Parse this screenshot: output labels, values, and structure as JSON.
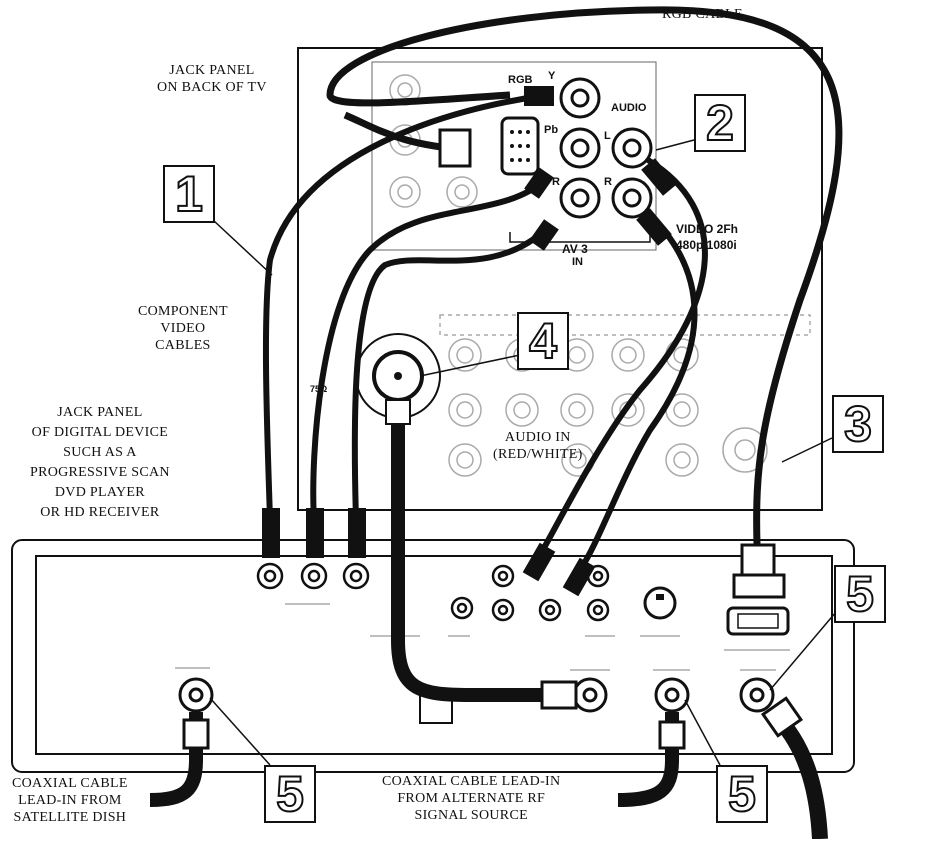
{
  "labels": {
    "rgb_cable": "RGB CABLE",
    "tv_jack_panel": "JACK PANEL\nON BACK OF TV",
    "component_cables": "COMPONENT\nVIDEO\nCABLES",
    "digital_device": "JACK PANEL\nOF DIGITAL DEVICE\nSUCH AS A\nPROGRESSIVE SCAN\nDVD PLAYER\nOR HD RECEIVER",
    "audio_in": "AUDIO IN\n(RED/WHITE)",
    "coax_satellite": "COAXIAL CABLE\nLEAD-IN FROM\nSATELLITE DISH",
    "coax_alternate": "COAXIAL CABLE LEAD-IN\nFROM ALTERNATE RF\nSIGNAL SOURCE"
  },
  "jack_labels": {
    "rgb": "RGB",
    "y": "Y",
    "pb": "Pb",
    "pr": "R",
    "audio": "AUDIO",
    "l": "L",
    "r": "R",
    "video": "VIDEO 2Fh",
    "res": "480p/1080i",
    "av3": "AV 3",
    "in": "IN",
    "ohm": "75Ω"
  },
  "callouts": {
    "c1": "1",
    "c2": "2",
    "c3": "3",
    "c4": "4",
    "c5a": "5",
    "c5b": "5",
    "c5c": "5"
  },
  "colors": {
    "line": "#111111",
    "faint": "#9a9a9a",
    "background": "#ffffff"
  }
}
